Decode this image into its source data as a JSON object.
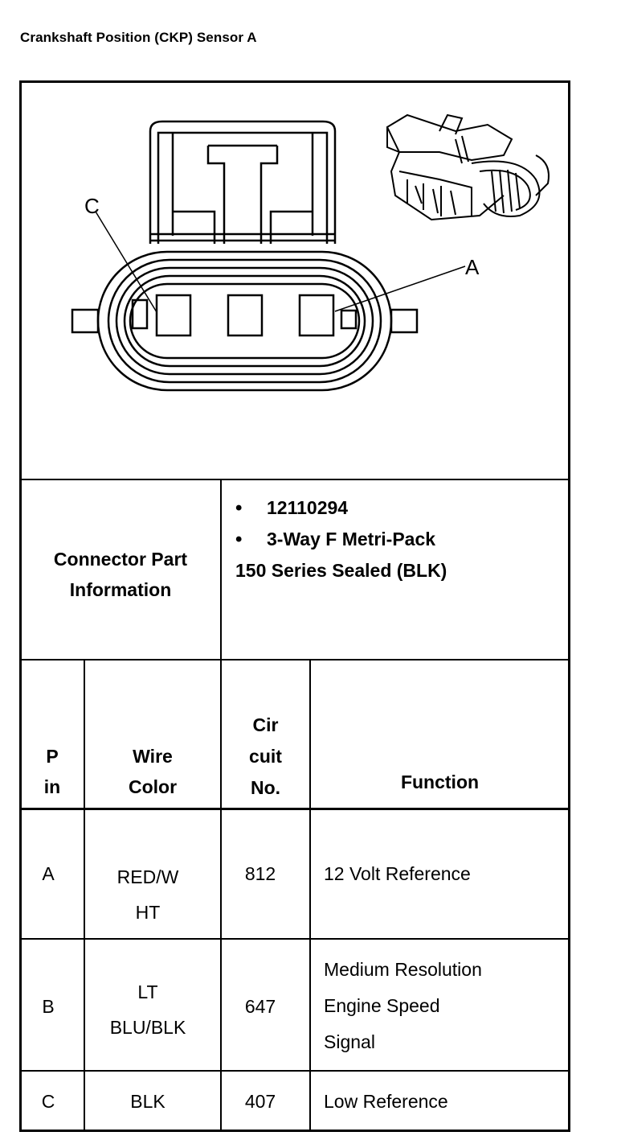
{
  "title": "Crankshaft Position (CKP) Sensor A",
  "diagram": {
    "pin_label_c": "C",
    "pin_label_a": "A"
  },
  "connector_info": {
    "label_line1": "Connector Part",
    "label_line2": "Information",
    "items": [
      "12110294",
      "3-Way F Metri-Pack"
    ],
    "continuation": "150 Series Sealed (BLK)"
  },
  "table": {
    "headers": {
      "pin": [
        "P",
        "in"
      ],
      "wire_color": [
        "Wire",
        "Color"
      ],
      "circuit": [
        "Cir",
        "cuit",
        "No."
      ],
      "function": "Function"
    },
    "rows": [
      {
        "pin": "A",
        "wire": [
          "RED/W",
          "HT"
        ],
        "circuit": "812",
        "function": [
          "12 Volt Reference"
        ]
      },
      {
        "pin": "B",
        "wire": [
          "LT",
          "BLU/BLK"
        ],
        "circuit": "647",
        "function": [
          "Medium Resolution",
          "Engine Speed",
          "Signal"
        ]
      },
      {
        "pin": "C",
        "wire": [
          "BLK"
        ],
        "circuit": "407",
        "function": [
          "Low Reference"
        ]
      }
    ]
  }
}
